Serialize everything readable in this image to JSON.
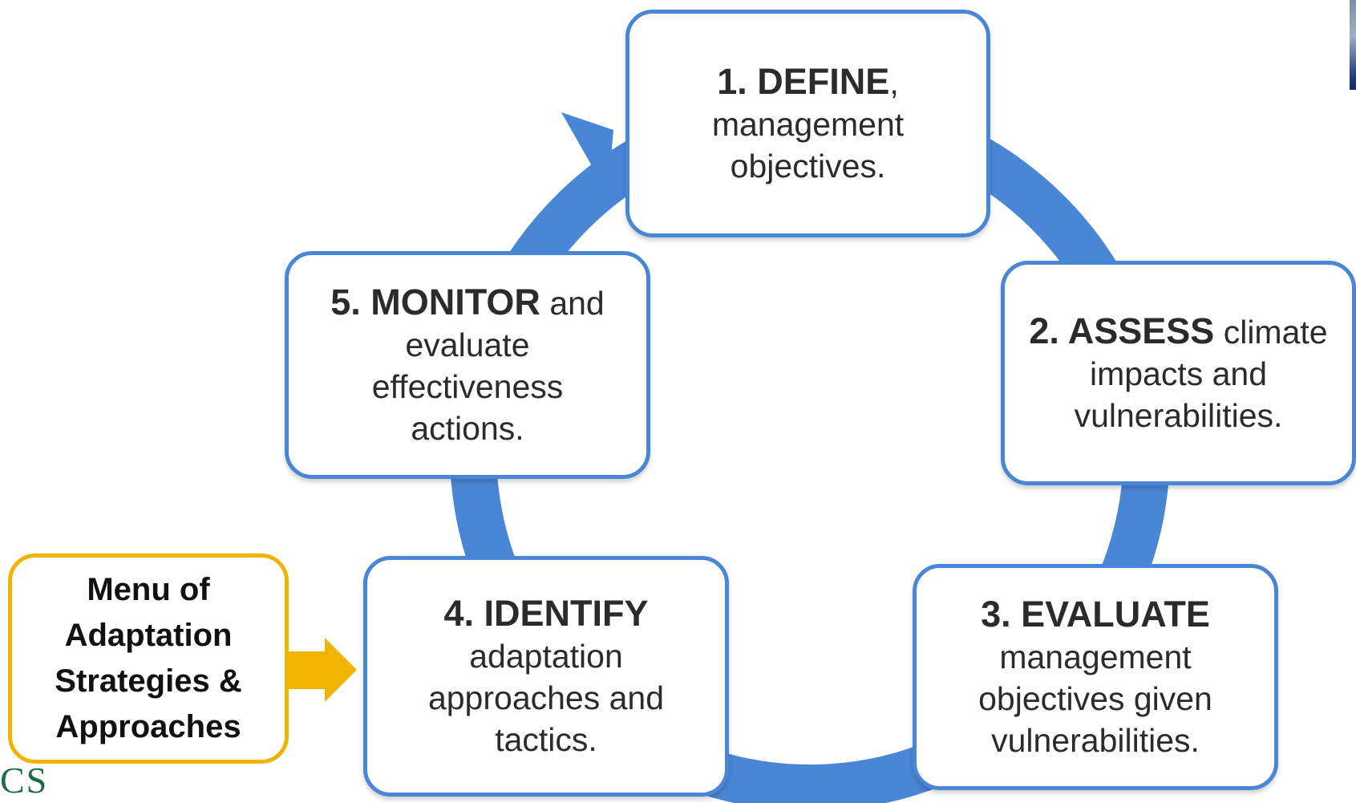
{
  "colors": {
    "ring": "#4a86d6",
    "box_border": "#4a86d6",
    "menu_border": "#f0b400",
    "menu_arrow": "#f0b400"
  },
  "steps": [
    {
      "lead": "1. DEFINE",
      "tail": ",",
      "lines": [
        "management",
        "objectives."
      ]
    },
    {
      "lead": "2. ASSESS",
      "tail": " climate",
      "lines": [
        "impacts and",
        "vulnerabilities."
      ]
    },
    {
      "lead": "3. EVALUATE",
      "tail": "",
      "lines": [
        "management",
        "objectives given",
        "vulnerabilities."
      ]
    },
    {
      "lead": "4. IDENTIFY",
      "tail": "",
      "lines": [
        "adaptation",
        "approaches and",
        "tactics."
      ]
    },
    {
      "lead": "5. MONITOR",
      "tail": " and",
      "lines": [
        "evaluate",
        "effectiveness",
        "actions."
      ]
    }
  ],
  "menu": {
    "lines": [
      "Menu of",
      "Adaptation",
      "Strategies &",
      "Approaches"
    ]
  },
  "corner_text": "CS"
}
